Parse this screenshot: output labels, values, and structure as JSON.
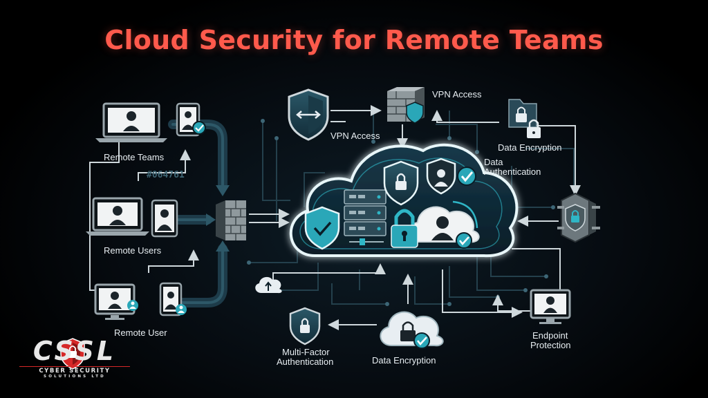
{
  "title": "Cloud Security for Remote Teams",
  "hex_code": "#064761",
  "labels": {
    "remote_teams": "Remote Teams",
    "remote_users": "Remote Users",
    "remote_user": "Remote User",
    "vpn_access_top": "VPN Access",
    "vpn_access_mid": "VPN Access",
    "data_encryption_top": "Data Encryption",
    "data_authentication_1": "Data",
    "data_authentication_2": "Authentication",
    "mfa_1": "Multi-Factor",
    "mfa_2": "Authentication",
    "data_encryption_bottom": "Data Encryption",
    "endpoint_1": "Endpoint",
    "endpoint_2": "Protection"
  },
  "logo": {
    "mark": "CSSL",
    "line1": "CYBER SECURITY",
    "line2": "SOLUTIONS LTD"
  },
  "colors": {
    "title": "#ff5a4c",
    "accent_teal": "#2fb6c6",
    "cloud_glow": "#5fd0e0",
    "badge_teal": "#2aa7b8",
    "logo_red": "#d62828"
  },
  "icons": [
    "laptop-user-icon",
    "phone-user-icon",
    "firewall-icon",
    "shield-icon",
    "padlock-icon",
    "server-rack-icon",
    "user-icon",
    "checkmark-badge-icon",
    "cloud-icon",
    "monitor-icon"
  ]
}
